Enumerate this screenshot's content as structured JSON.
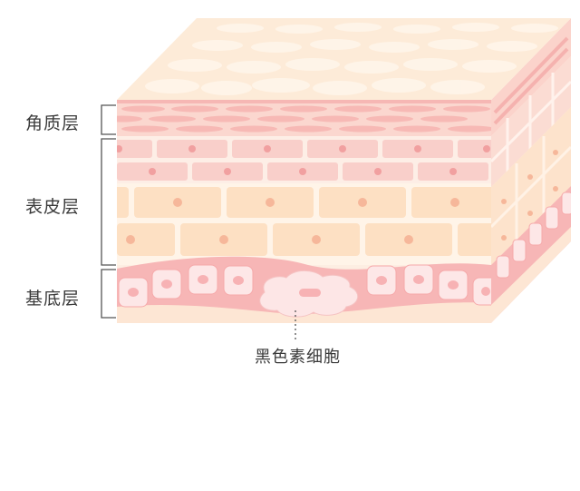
{
  "labels": {
    "stratum_corneum": "角质层",
    "epidermis": "表皮层",
    "basal_layer": "基底层",
    "melanocyte": "黑色素细胞"
  },
  "colors": {
    "top_surface": "#fdebd8",
    "pink_light": "#fde4e0",
    "pink_mid": "#f8c5c3",
    "pink_strong": "#f6aeb0",
    "peach": "#fde2c6",
    "nucleus": "#f2a3a3",
    "bracket": "#555555"
  }
}
